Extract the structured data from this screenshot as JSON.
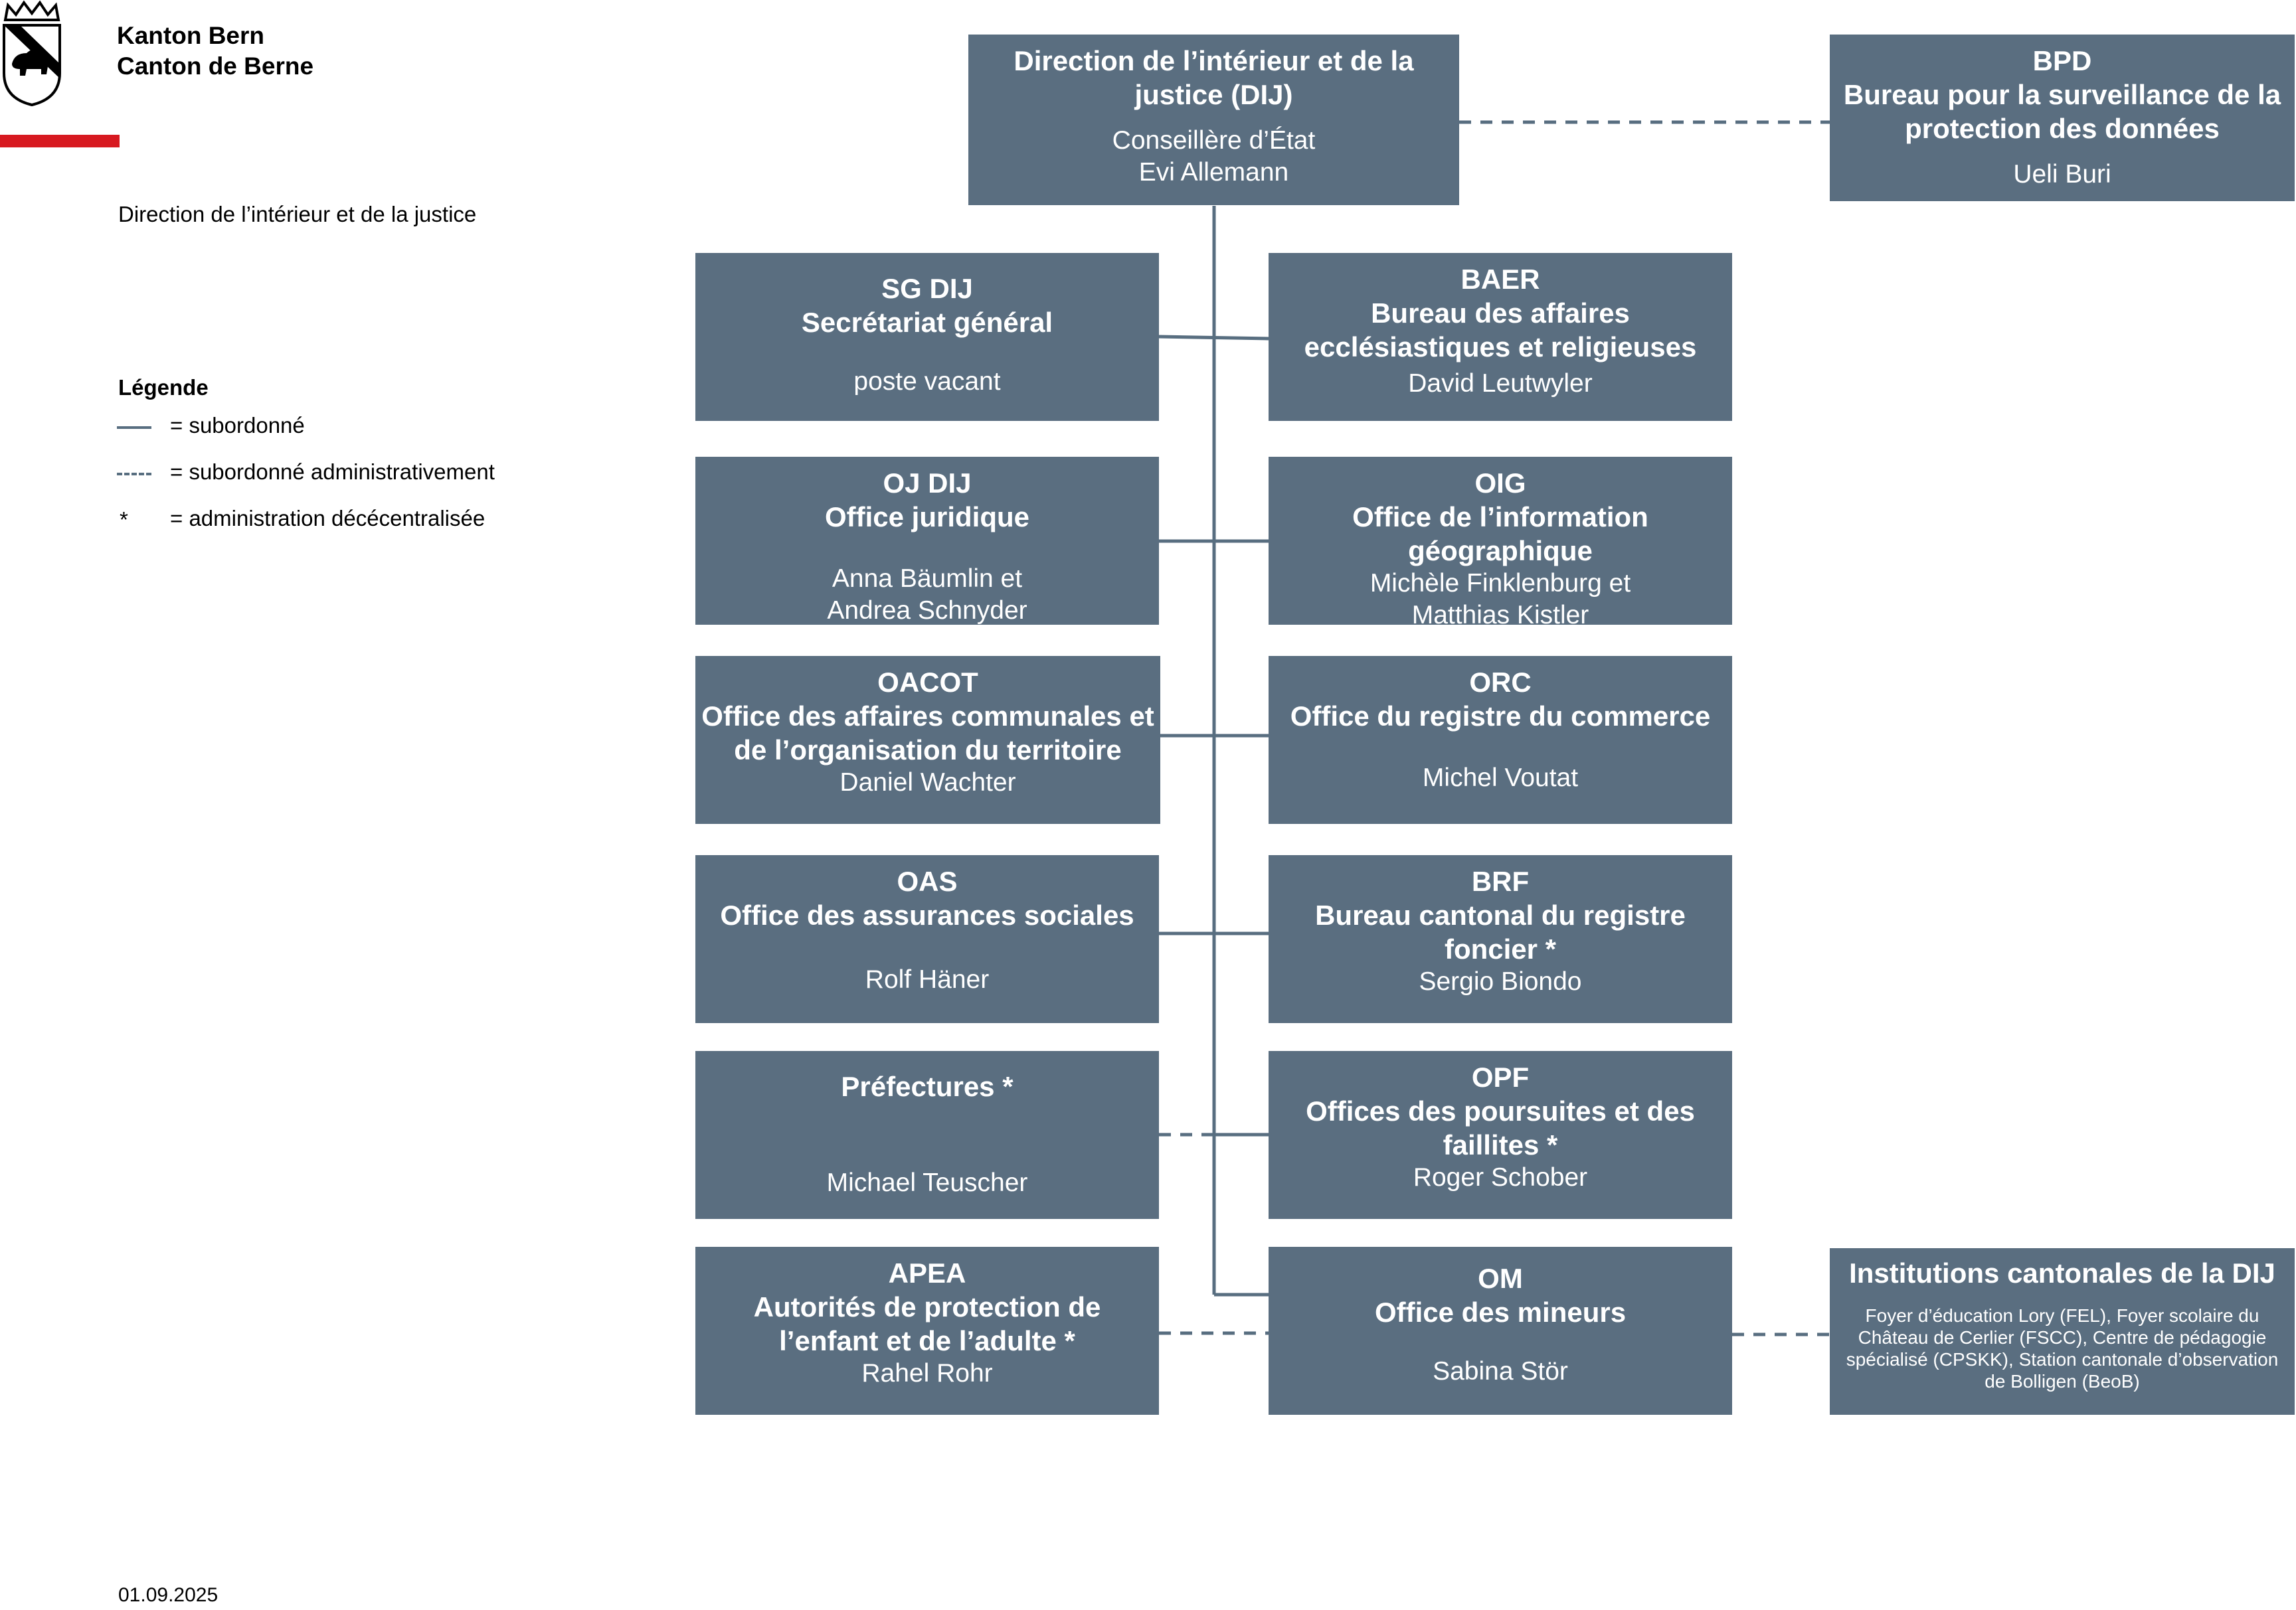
{
  "header": {
    "canton_de": "Kanton Bern",
    "canton_fr": "Canton de Berne",
    "subtitle": "Direction de l’intérieur et de la justice",
    "brand_red": "#d71920"
  },
  "legend": {
    "title": "Légende",
    "items": [
      {
        "symbol": "solid-line",
        "label": "= subordonné"
      },
      {
        "symbol": "dashed-line",
        "label": "= subordonné administrativement"
      },
      {
        "symbol": "*",
        "label": "= administration décécentralisée"
      }
    ]
  },
  "date": "01.09.2025",
  "colors": {
    "box": "#5a6e80",
    "line": "#586e80",
    "text": "#ffffff"
  },
  "org": {
    "root": {
      "t1": "Direction de l’intérieur et de la",
      "t2": "justice (DIJ)",
      "p1": "Conseillère d’État",
      "p2": "Evi Allemann"
    },
    "bpd": {
      "t1": "BPD",
      "t2": "Bureau pour la surveillance de la",
      "t3": "protection des données",
      "p1": "Ueli Buri",
      "relation": "dashed"
    },
    "sg": {
      "t1": "SG DIJ",
      "t2": "Secrétariat général",
      "p1": "poste vacant",
      "relation": "solid"
    },
    "baer": {
      "t1": "BAER",
      "t2": "Bureau des affaires",
      "t3": "ecclésiastiques et religieuses",
      "p1": "David Leutwyler",
      "relation": "solid"
    },
    "oj": {
      "t1": "OJ DIJ",
      "t2": "Office juridique",
      "p1": "Anna Bäumlin et",
      "p2": "Andrea Schnyder",
      "relation": "solid"
    },
    "oig": {
      "t1": "OIG",
      "t2": "Office de l’information",
      "t3": "géographique",
      "p1": "Michèle Finklenburg et",
      "p2": "Matthias Kistler",
      "relation": "solid"
    },
    "oacot": {
      "t1": "OACOT",
      "t2": "Office des affaires communales et",
      "t3": "de l’organisation du territoire",
      "p1": "Daniel Wachter",
      "relation": "solid"
    },
    "orc": {
      "t1": "ORC",
      "t2": "Office du registre du commerce",
      "p1": "Michel Voutat",
      "relation": "solid"
    },
    "oas": {
      "t1": "OAS",
      "t2": "Office des assurances sociales",
      "p1": "Rolf Häner",
      "relation": "solid"
    },
    "brf": {
      "t1": "BRF",
      "t2": "Bureau cantonal du registre",
      "t3": "foncier *",
      "p1": "Sergio Biondo",
      "relation": "solid"
    },
    "pref": {
      "t1": "Préfectures *",
      "p1": "Michael Teuscher",
      "relation": "dashed"
    },
    "opf": {
      "t1": "OPF",
      "t2": "Offices des poursuites et des",
      "t3": "faillites *",
      "p1": "Roger Schober",
      "relation": "solid"
    },
    "apea": {
      "t1": "APEA",
      "t2": "Autorités de protection de",
      "t3": "l’enfant et de l’adulte *",
      "p1": "Rahel Rohr",
      "relation": "dashed"
    },
    "om": {
      "t1": "OM",
      "t2": "Office des mineurs",
      "p1": "Sabina Stör",
      "relation": "solid"
    },
    "inst": {
      "t1": "Institutions cantonales de la DIJ",
      "p1": "Foyer d’éducation Lory (FEL), Foyer scolaire du Château de Cerlier (FSCC), Centre de pédagogie spécialisé (CPSKK), Station cantonale d’observation de Bolligen (BeoB)",
      "relation": "dashed"
    }
  }
}
